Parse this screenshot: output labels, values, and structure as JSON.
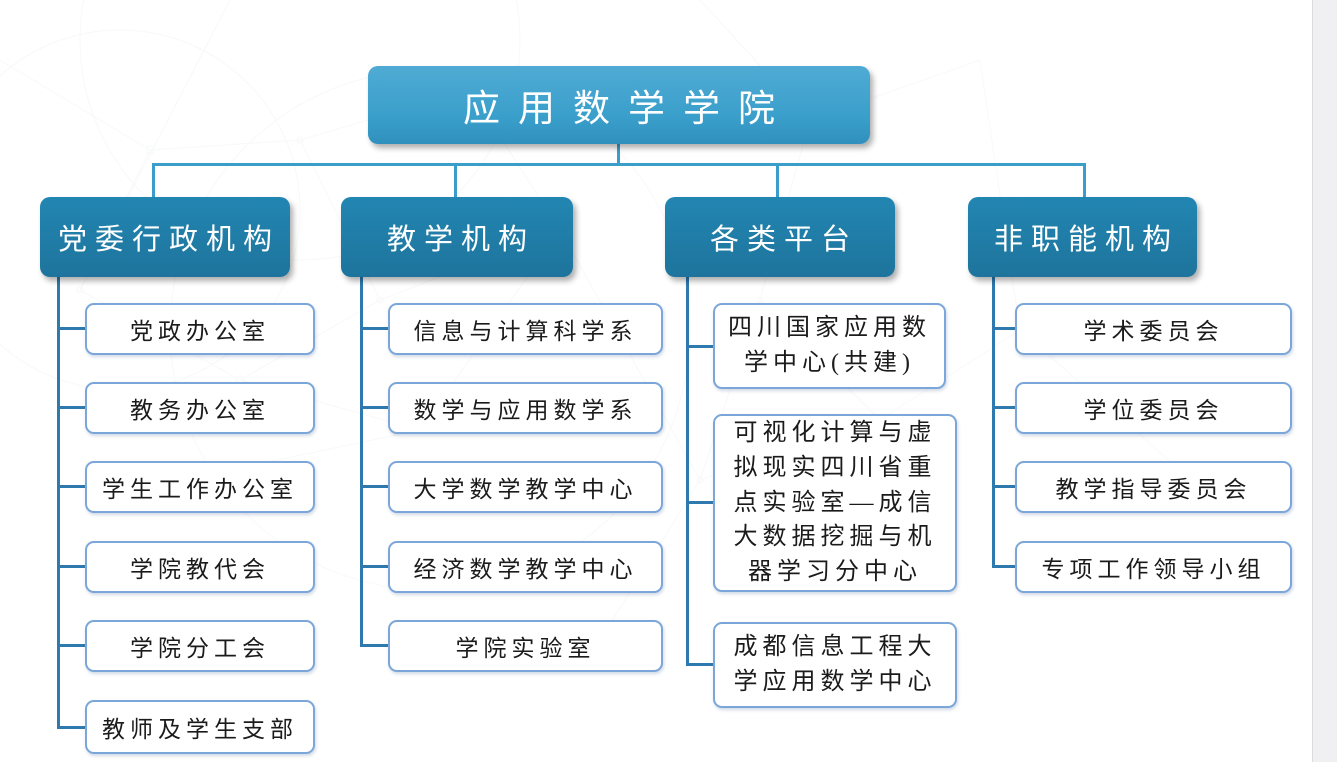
{
  "org_chart": {
    "root": "应用数学学院",
    "branches": [
      {
        "label": "党委行政机构",
        "children": [
          "党政办公室",
          "教务办公室",
          "学生工作办公室",
          "学院教代会",
          "学院分工会",
          "教师及学生支部"
        ]
      },
      {
        "label": "教学机构",
        "children": [
          "信息与计算科学系",
          "数学与应用数学系",
          "大学数学教学中心",
          "经济数学教学中心",
          "学院实验室"
        ]
      },
      {
        "label": "各类平台",
        "children": [
          "四川国家应用数学中心(共建)",
          "可视化计算与虚拟现实四川省重点实验室—成信大数据挖掘与机器学习分中心",
          "成都信息工程大学应用数学中心"
        ]
      },
      {
        "label": "非职能机构",
        "children": [
          "学术委员会",
          "学位委员会",
          "教学指导委员会",
          "专项工作领导小组"
        ]
      }
    ]
  },
  "colors": {
    "root_fill": "#3a9fcb",
    "root_fill_top": "#4fabd4",
    "branch_fill": "#1e749c",
    "leaf_border": "#7ba6d9",
    "connector_top": "#3b9dca",
    "connector_trunk": "#2e79ae"
  }
}
